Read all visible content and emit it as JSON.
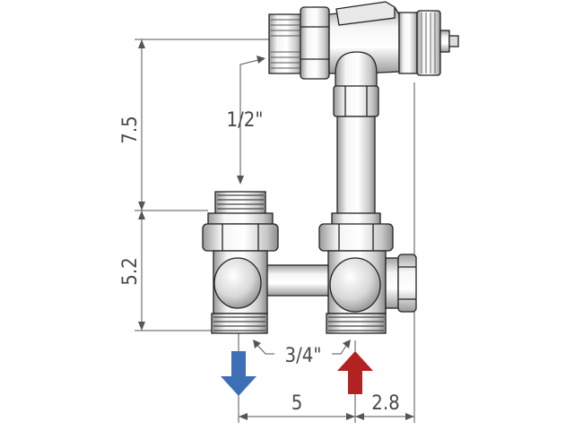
{
  "dimensions": {
    "top_height": "7.5",
    "bottom_height": "5.2",
    "pipe_thread": "1/2\"",
    "bottom_thread": "3/4\"",
    "center_distance": "5",
    "side_offset": "2.8"
  },
  "arrows": {
    "outlet_color": "#3d6fb6",
    "inlet_color": "#b22222"
  },
  "colors": {
    "line": "#222222",
    "dimension": "#555555",
    "metal_light": "#f4f4f4",
    "metal_mid": "#cfcfcf",
    "metal_dark": "#8a8a8a"
  }
}
